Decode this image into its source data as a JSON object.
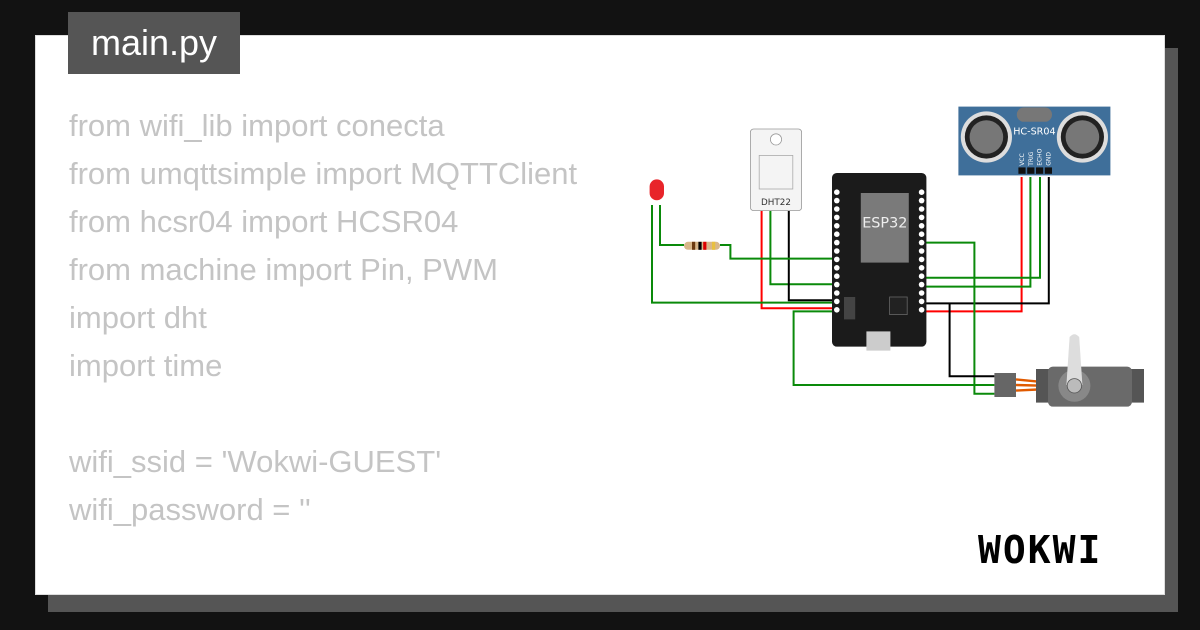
{
  "tab": {
    "title": "main.py"
  },
  "code_lines": [
    "from wifi_lib import conecta",
    "from umqttsimple import MQTTClient",
    "from hcsr04 import HCSR04",
    "from machine import Pin, PWM",
    "import dht",
    "import time",
    "",
    "wifi_ssid = 'Wokwi-GUEST'",
    "wifi_password = ''"
  ],
  "components": {
    "mcu": "ESP32",
    "sensor": "DHT22",
    "ultrasonic": "HC-SR04",
    "ultrasonic_pins": [
      "VCC",
      "TRIG",
      "ECHO",
      "GND"
    ]
  },
  "logo": "WOKWI",
  "colors": {
    "wire_green": "#0a8a0a",
    "wire_red": "#ff0000",
    "wire_black": "#000000",
    "board": "#3f6f9a",
    "tab_bg": "#555555"
  }
}
